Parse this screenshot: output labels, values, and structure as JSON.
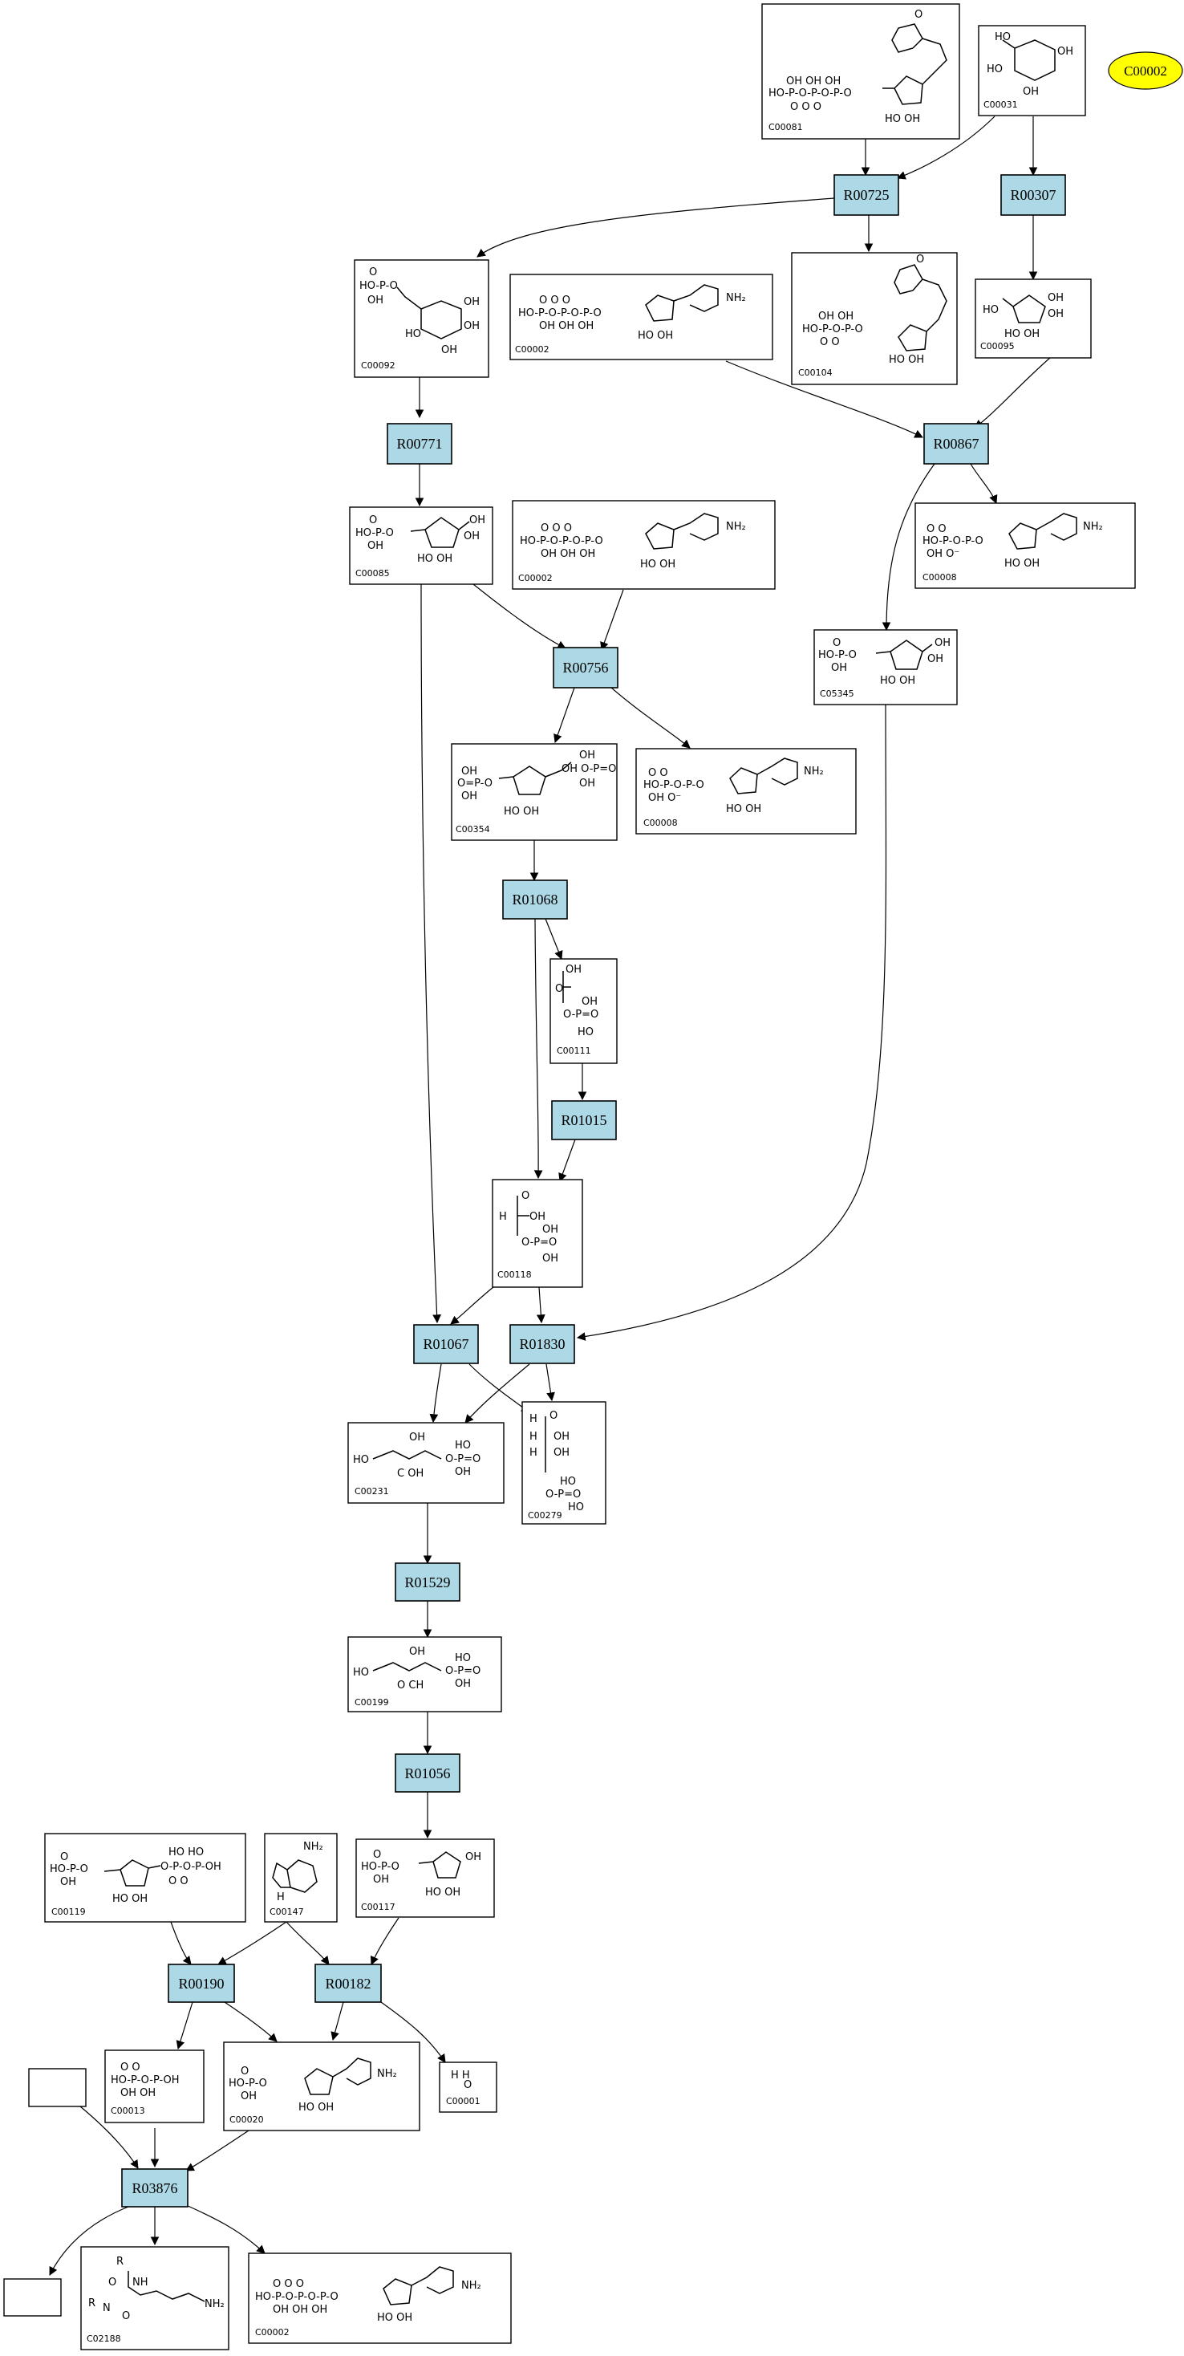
{
  "legend_node": {
    "label": "C00002",
    "color": "#ffff00"
  },
  "reactions": [
    {
      "id": "R00725"
    },
    {
      "id": "R00307"
    },
    {
      "id": "R00771"
    },
    {
      "id": "R00867"
    },
    {
      "id": "R00756"
    },
    {
      "id": "R01068"
    },
    {
      "id": "R01015"
    },
    {
      "id": "R01067"
    },
    {
      "id": "R01830"
    },
    {
      "id": "R01529"
    },
    {
      "id": "R01056"
    },
    {
      "id": "R00190"
    },
    {
      "id": "R00182"
    },
    {
      "id": "R03876"
    }
  ],
  "compounds": [
    {
      "id": "C00081"
    },
    {
      "id": "C00031"
    },
    {
      "id": "C00092"
    },
    {
      "id": "C00002"
    },
    {
      "id": "C00104"
    },
    {
      "id": "C00095"
    },
    {
      "id": "C00085"
    },
    {
      "id": "C00002"
    },
    {
      "id": "C00008"
    },
    {
      "id": "C05345"
    },
    {
      "id": "C00354"
    },
    {
      "id": "C00008"
    },
    {
      "id": "C00111"
    },
    {
      "id": "C00118"
    },
    {
      "id": "C00231"
    },
    {
      "id": "C00279"
    },
    {
      "id": "C00199"
    },
    {
      "id": "C00119"
    },
    {
      "id": "C00147"
    },
    {
      "id": "C00117"
    },
    {
      "id": "C00013"
    },
    {
      "id": "C00020"
    },
    {
      "id": "C00001"
    },
    {
      "id": "C02188"
    },
    {
      "id": "C00002"
    },
    {
      "id": ""
    },
    {
      "id": ""
    }
  ],
  "colors": {
    "reaction_fill": "#add8e6",
    "highlight": "#ffff00",
    "line": "#000000"
  }
}
